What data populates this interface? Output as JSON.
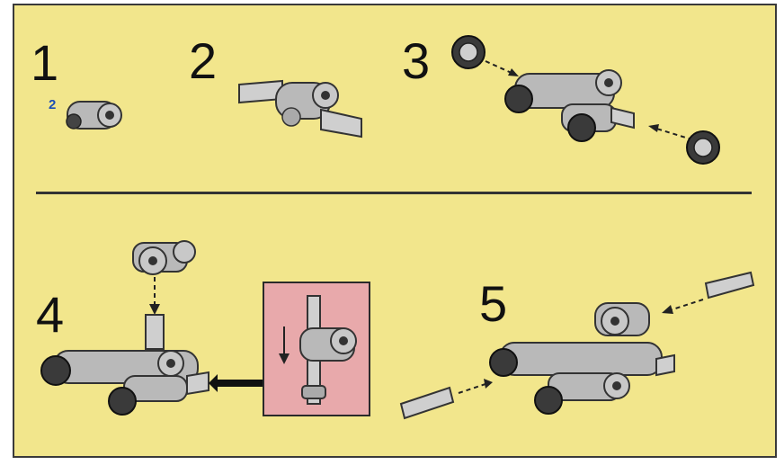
{
  "steps": [
    {
      "number": "1",
      "quantity": "2"
    },
    {
      "number": "2"
    },
    {
      "number": "3"
    },
    {
      "number": "4"
    },
    {
      "number": "5"
    }
  ],
  "colors": {
    "background": "#f2e68c",
    "part_gray": "#b9b9b9",
    "part_dark": "#4a4a4a",
    "callout": "#e8a9ab",
    "quantity_blue": "#1d4fb5"
  },
  "icons": [
    "pin-connector-part",
    "axle-part",
    "bushing-part",
    "arrow"
  ]
}
